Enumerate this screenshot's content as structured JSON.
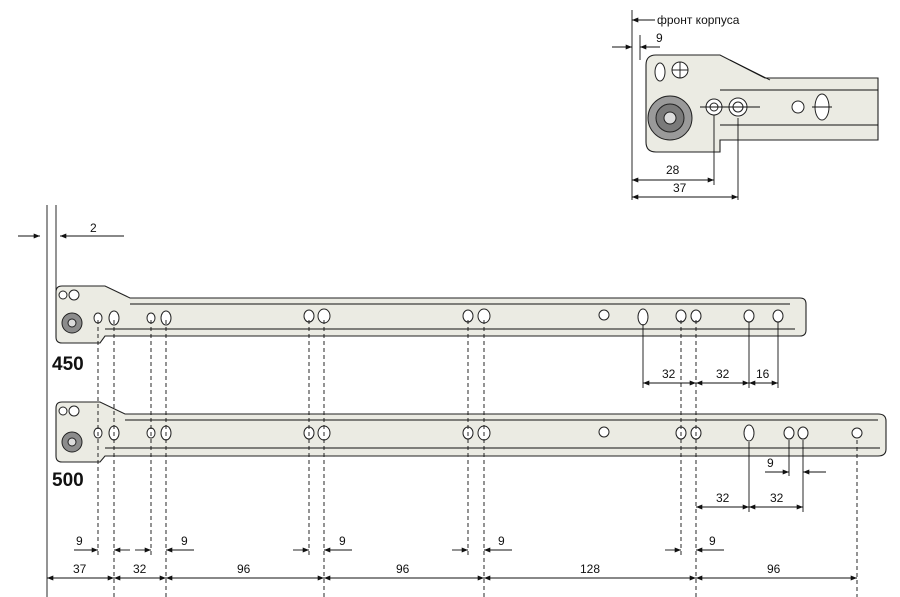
{
  "detail": {
    "front_label": "фронт корпуса",
    "dim_9": "9",
    "dim_28": "28",
    "dim_37": "37"
  },
  "rails": [
    {
      "length_label": "450"
    },
    {
      "length_label": "500"
    }
  ],
  "dims": {
    "wall_gap": "2",
    "rail450": [
      "32",
      "32",
      "16"
    ],
    "rail500_offset": "9",
    "rail500": [
      "32",
      "32"
    ],
    "offsets": [
      "9",
      "9",
      "9",
      "9",
      "9"
    ],
    "spacing": [
      "37",
      "32",
      "96",
      "96",
      "128",
      "96"
    ]
  },
  "colors": {
    "rail_fill": "#ebebe3",
    "line": "#111111",
    "wheel": "#8c8c8c"
  }
}
